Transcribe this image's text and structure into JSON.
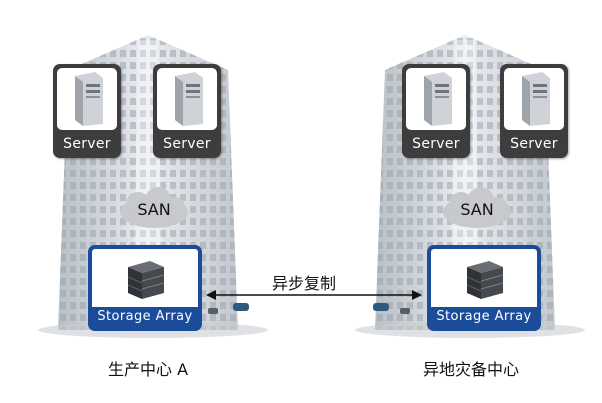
{
  "site_a": {
    "name": "生产中心 A",
    "servers": [
      {
        "label": "Server"
      },
      {
        "label": "Server"
      }
    ],
    "san_label": "SAN",
    "storage_label": "Storage  Array"
  },
  "site_b": {
    "name": "异地灾备中心",
    "servers": [
      {
        "label": "Server"
      },
      {
        "label": "Server"
      }
    ],
    "san_label": "SAN",
    "storage_label": "Storage  Array"
  },
  "link": {
    "label": "异步复制"
  },
  "colors": {
    "storage_frame": "#1a4c9a",
    "server_frame": "#3d3d3d"
  },
  "icons": [
    "server-tower-icon",
    "storage-array-icon",
    "cloud-icon",
    "double-arrow-icon",
    "building-icon"
  ]
}
